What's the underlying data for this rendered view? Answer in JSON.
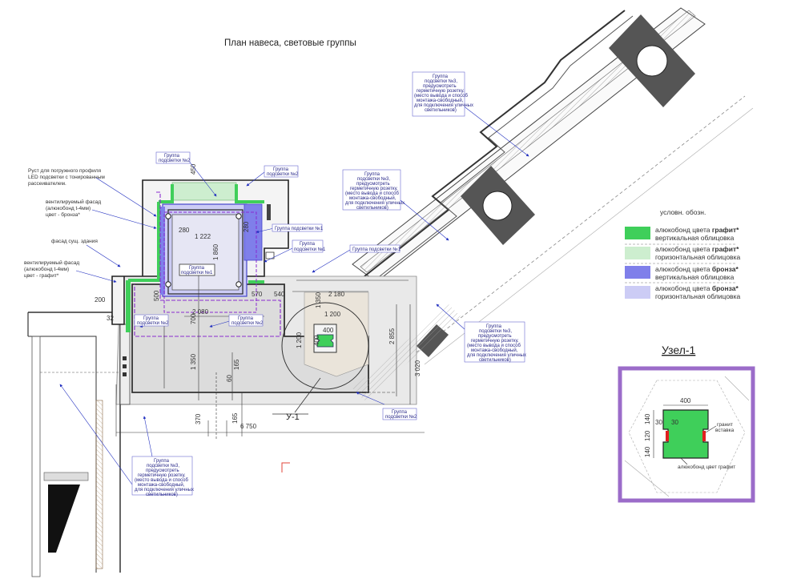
{
  "title": "План навеса, световые группы",
  "node_title": "Узел-1",
  "node_mark": "У-1",
  "legend": {
    "heading": "условн. обозн.",
    "items": [
      {
        "l1a": "алюкобонд цвета ",
        "l1b": "графит*",
        "l2": "вертикальная облицовка",
        "color": "#3fcf5a"
      },
      {
        "l1a": "алюкобонд цвета ",
        "l1b": "графит*",
        "l2": "горизонтальная облицовка",
        "color": "#cdeecf"
      },
      {
        "l1a": "алюкобонд цвета ",
        "l1b": "бронза*",
        "l2": "вертикальная облицовка",
        "color": "#7f7fea"
      },
      {
        "l1a": "алюкобонд цвета ",
        "l1b": "бронза*",
        "l2": "горизонтальная облицовка",
        "color": "#ccccf5"
      }
    ]
  },
  "notes": {
    "rust": [
      "Руст для погружного профиля",
      "LED подсветки с тонированным",
      "рассеивателем."
    ],
    "facade_bronze": [
      "вентилируемый фасад",
      "(алюкобонд t-4мм)",
      "цвет - бронза*"
    ],
    "facade_existing": [
      "фасад сущ. здания"
    ],
    "facade_graphite": [
      "вентилируемый фасад",
      "(алюкобонд t-4мм)",
      "цвет - графит*"
    ]
  },
  "callouts": {
    "g2_top": [
      "Группа",
      "подсветки №2"
    ],
    "g2_right": [
      "Группа",
      "подсветки №2"
    ],
    "g1_a": [
      "Группа подсветки №1"
    ],
    "g1_b": [
      "Группа",
      "подсветки №1"
    ],
    "g1_c": [
      "Группа подсветки №1"
    ],
    "g1_center": [
      "Группа",
      "подсветки №1"
    ],
    "g2_left": [
      "Группа",
      "подсветки №2"
    ],
    "g2_mid": [
      "Группа",
      "подсветки №2"
    ],
    "g2_bottom": [
      "Группа",
      "подсветки №2"
    ],
    "g3_top": [
      "Группа",
      "подсветки №3,",
      "предусмотреть",
      "герметичную розетку.",
      "(место вывода и способ",
      "монтажа-свободный,",
      "для подключения уличных",
      "светильников)"
    ],
    "g3_mid": [
      "Группа",
      "подсветки №3,",
      "предусмотреть",
      "герметичную розетку.",
      "(место вывода и способ",
      "монтажа-свободный,",
      "для подключения уличных",
      "светильников)"
    ],
    "g3_right": [
      "Группа",
      "подсветки №3,",
      "предусмотреть",
      "герметичную розетку.",
      "(место вывода и способ",
      "монтажа-свободный,",
      "для подключения уличных",
      "светильников)"
    ],
    "g3_bottom": [
      "Группа",
      "подсветки №3,",
      "предусмотреть",
      "герметичную розетку.",
      "(место вывода и способ",
      "монтажа-свободный,",
      "для подключения уличных",
      "светильников)"
    ]
  },
  "dims": {
    "d450": "450",
    "d280a": "280",
    "d280b": "280",
    "d1222": "1 222",
    "d1860": "1 860",
    "d570": "570",
    "d540": "540",
    "d2180": "2 180",
    "d1200": "1 200",
    "d1200v": "1 200",
    "d400": "400",
    "d400v": "400",
    "d500": "500",
    "d2080": "2 080",
    "d700": "700",
    "d1350": "1 350",
    "d1350v": "1 350",
    "d2855": "2 855",
    "d3020": "3 020",
    "d200": "200",
    "d32": "32",
    "d60": "60",
    "d165a": "165",
    "d165b": "165",
    "d370": "370",
    "d6750": "6 750"
  },
  "node": {
    "w400": "400",
    "d140a": "140",
    "d120": "120",
    "d140b": "140",
    "d30a": "30",
    "d30b": "30",
    "insert": [
      "гранит",
      "вставка"
    ],
    "material": "алюкобонд цвет графит"
  }
}
